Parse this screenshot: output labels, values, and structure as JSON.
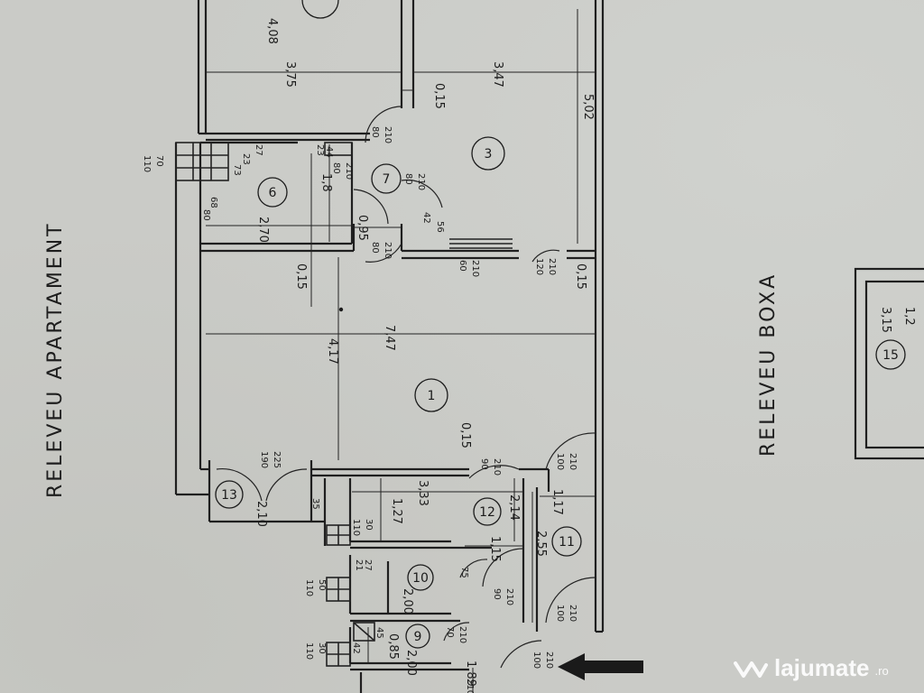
{
  "titles": {
    "apartment": "RELEVEU APARTAMENT",
    "storage": "RELEVEU BOXA"
  },
  "rooms": [
    "1",
    "3",
    "6",
    "7",
    "9",
    "10",
    "11",
    "12",
    "13",
    "15"
  ],
  "dimensions": {
    "d408": "4,08",
    "d375": "3,75",
    "d347": "3,47",
    "d015a": "0,15",
    "d502": "5,02",
    "d18": "1,8",
    "d270": "2,70",
    "d095": "0,95",
    "d015b": "0,15",
    "d417": "4,17",
    "d747": "7,47",
    "d015c": "0,15",
    "d015d": "0,15",
    "d333": "3,33",
    "d127": "1,27",
    "d214": "2,14",
    "d117": "1,17",
    "d255": "2,55",
    "d115": "1,15",
    "d210a": "2,10",
    "d200a": "2,00",
    "d200b": "2,00",
    "d085": "0,85",
    "d189": "1,89",
    "d315": "3,15",
    "d12": "1,2"
  },
  "openings": {
    "o80_210_a": {
      "w": "80",
      "h": "210"
    },
    "o80_210_b": {
      "w": "80",
      "h": "210"
    },
    "o80_210_c": {
      "w": "80",
      "h": "210"
    },
    "o80_210_d": {
      "w": "80",
      "h": "210"
    },
    "o60_210": {
      "w": "60",
      "h": "210"
    },
    "o120_210": {
      "w": "120",
      "h": "210"
    },
    "o190_225": {
      "w": "190",
      "h": "225"
    },
    "o90_210_a": {
      "w": "90",
      "h": "210"
    },
    "o100_210_a": {
      "w": "100",
      "h": "210"
    },
    "o90_210_b": {
      "w": "90",
      "h": "210"
    },
    "o100_210_b": {
      "w": "100",
      "h": "210"
    },
    "o70_210": {
      "w": "70",
      "h": "210"
    },
    "o100_210_c": {
      "w": "100",
      "h": "210"
    },
    "o110_70": {
      "w": "110",
      "h": "70"
    },
    "o110_30a": {
      "w": "110",
      "h": "30"
    },
    "o110_50": {
      "w": "110",
      "h": "50"
    },
    "o110_30b": {
      "w": "110",
      "h": "30"
    }
  },
  "small_labels": {
    "s73": "73",
    "s23a": "23",
    "s27a": "27",
    "s68": "68",
    "s80": "80",
    "s23b": "23",
    "s44": "44",
    "s42a": "42",
    "s56": "56",
    "s35": "35",
    "s21": "21",
    "s27b": "27",
    "s75": "75",
    "s45": "45",
    "s42b": "42",
    "s210": "210"
  },
  "watermark": {
    "brand": "lajumate",
    "tld": ".ro"
  }
}
